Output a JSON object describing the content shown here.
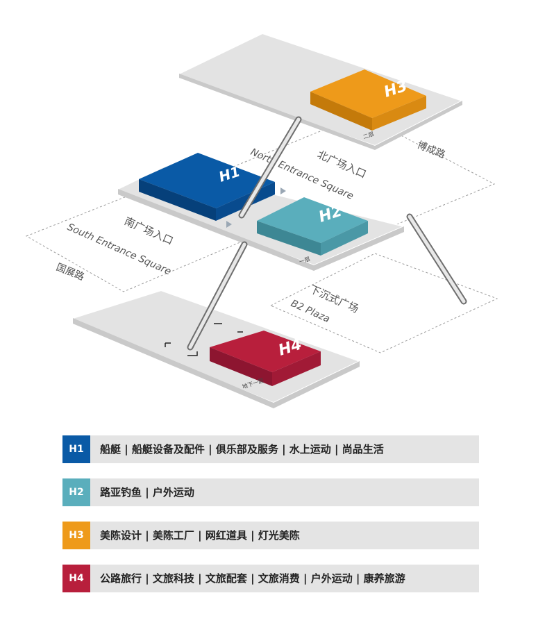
{
  "colors": {
    "h1": "#0a5aa6",
    "h2": "#5aaebc",
    "h3": "#ee9a1a",
    "h4": "#b81f3c",
    "platform": "#e3e3e3",
    "legend_bg": "#e4e4e4"
  },
  "map": {
    "halls": {
      "h1": "H1",
      "h2": "H2",
      "h3": "H3",
      "h4": "H4"
    },
    "floors": {
      "f2": "二层",
      "f1": "一层",
      "b1": "地下一层"
    },
    "areas": {
      "north_cn": "北广场入口",
      "north_en": "North Entrance Square",
      "south_cn": "南广场入口",
      "south_en": "South Entrance Square",
      "plaza_cn": "下沉式广场",
      "plaza_en": "B2 Plaza"
    },
    "roads": {
      "bocheng": "博成路",
      "guozhan": "国展路"
    }
  },
  "legend": [
    {
      "code": "H1",
      "color": "#0a5aa6",
      "text": "船艇 | 船艇设备及配件 | 俱乐部及服务 | 水上运动 | 尚品生活"
    },
    {
      "code": "H2",
      "color": "#5aaebc",
      "text": "路亚钓鱼 | 户外运动"
    },
    {
      "code": "H3",
      "color": "#ee9a1a",
      "text": "美陈设计 | 美陈工厂 | 网红道具 | 灯光美陈"
    },
    {
      "code": "H4",
      "color": "#b81f3c",
      "text": "公路旅行 | 文旅科技 | 文旅配套 | 文旅消费 | 户外运动 | 康养旅游"
    }
  ]
}
